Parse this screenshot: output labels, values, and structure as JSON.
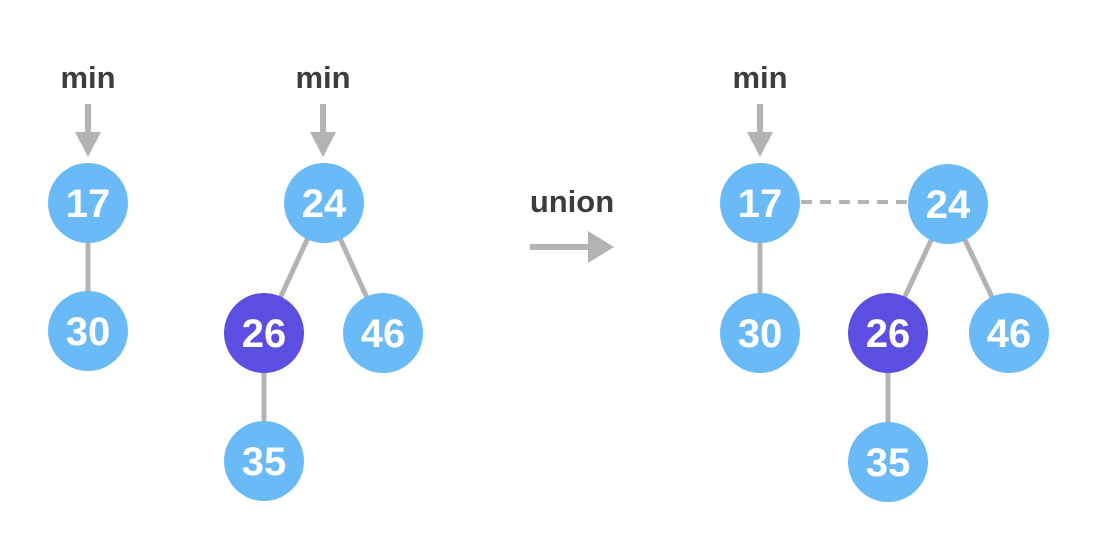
{
  "colors": {
    "background": "#ffffff",
    "node_fill": "#6abaf7",
    "highlight_node_fill": "#5a4fe0",
    "node_text": "#ffffff",
    "edge": "#b3b3b3",
    "arrow": "#b3b3b3",
    "label_text": "#3d3d3d"
  },
  "operation": {
    "label": "union"
  },
  "heaps": {
    "left": {
      "min_pointer_label": "min",
      "min_node": "17",
      "nodes": {
        "n17": "17",
        "n30": "30"
      },
      "edges": [
        "17-30"
      ],
      "highlighted_nodes": []
    },
    "middle": {
      "min_pointer_label": "min",
      "min_node": "24",
      "nodes": {
        "n24": "24",
        "n26": "26",
        "n46": "46",
        "n35": "35"
      },
      "edges": [
        "24-26",
        "24-46",
        "26-35"
      ],
      "highlighted_nodes": [
        "26"
      ]
    },
    "result": {
      "min_pointer_label": "min",
      "min_node": "17",
      "nodes": {
        "n17": "17",
        "n30": "30",
        "n24": "24",
        "n26": "26",
        "n46": "46",
        "n35": "35"
      },
      "edges": [
        "17-30",
        "24-26",
        "24-46",
        "26-35"
      ],
      "root_list_link": "17-24",
      "highlighted_nodes": [
        "26"
      ]
    }
  }
}
